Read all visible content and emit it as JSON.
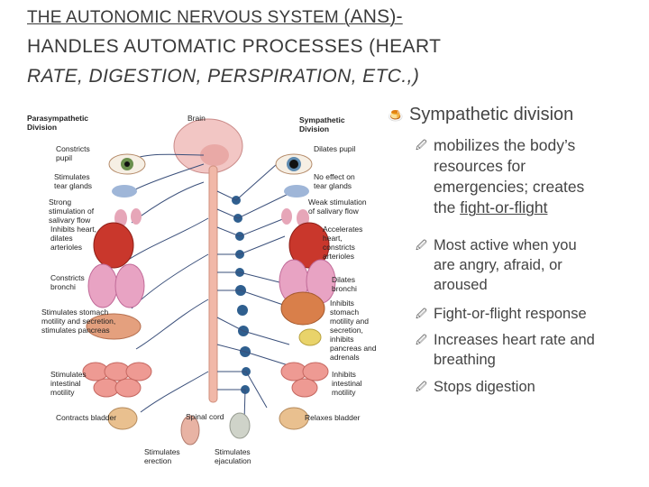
{
  "title": {
    "line1_prefix": "THE AUTONOMIC NERVOUS SYSTEM ",
    "line1_abbr": "(ANS)-",
    "line2": "HANDLES AUTOMATIC PROCESSES (HEART",
    "line3": "RATE, DIGESTION, PERSPIRATION, ETC.,)"
  },
  "figure": {
    "header_left": "Parasympathetic Division",
    "header_center": "Brain",
    "header_right": "Sympathetic Division",
    "left_labels": [
      "Constricts pupil",
      "Stimulates tear glands",
      "Strong stimulation of salivary flow",
      "Inhibits heart, dilates arterioles",
      "Constricts bronchi",
      "Stimulates stomach motility and secretion, stimulates pancreas",
      "Stimulates intestinal motility",
      "Contracts bladder"
    ],
    "right_labels": [
      "Dilates pupil",
      "No effect on tear glands",
      "Weak stimulation of salivary flow",
      "Accelerates heart, constricts arterioles",
      "Dilates bronchi",
      "Inhibits stomach motility and secretion, inhibits pancreas and adrenals",
      "Inhibits intestinal motility",
      "Relaxes bladder"
    ],
    "bottom_labels": {
      "spinal_cord": "Spinal cord",
      "stim_erection": "Stimulates erection",
      "stim_ejaculation": "Stimulates ejaculation"
    }
  },
  "bullets": {
    "main": "Sympathetic division",
    "sub_line1": "mobilizes the body’s",
    "sub_line2": "resources for",
    "sub_line3": "emergencies; creates",
    "sub_line4_prefix": "the ",
    "sub_line4_link": "fight-or-flight",
    "items": [
      [
        "Most active when you",
        "are angry, afraid, or",
        "aroused"
      ],
      [
        "Fight-or-flight response"
      ],
      [
        "Increases heart rate and",
        "breathing"
      ],
      [
        "Stops digestion"
      ]
    ]
  }
}
